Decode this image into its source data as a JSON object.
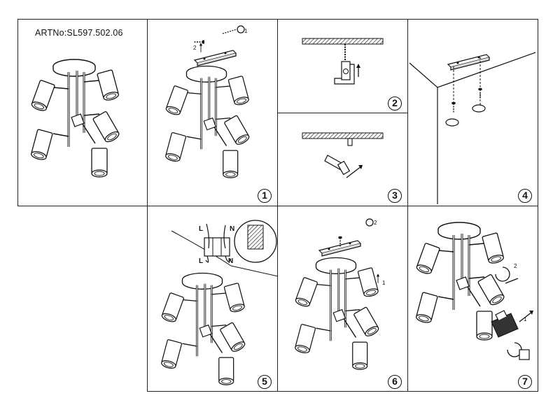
{
  "article": "ARTNo:SL597.502.06",
  "steps": [
    {
      "number": "1"
    },
    {
      "number": "2"
    },
    {
      "number": "3"
    },
    {
      "number": "4"
    },
    {
      "number": "5"
    },
    {
      "number": "6"
    },
    {
      "number": "7"
    }
  ],
  "wiring_labels": {
    "live": "L",
    "neutral": "N"
  },
  "arrow_labels": {
    "one": "1",
    "two": "2"
  }
}
